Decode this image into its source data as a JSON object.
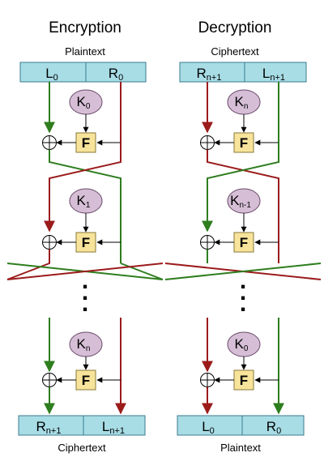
{
  "encryption": {
    "title": "Encryption",
    "input_label": "Plaintext",
    "output_label": "Ciphertext",
    "input_left": {
      "main": "L",
      "sub": "0"
    },
    "input_right": {
      "main": "R",
      "sub": "0"
    },
    "output_left": {
      "main": "R",
      "sub": "n+1"
    },
    "output_right": {
      "main": "L",
      "sub": "n+1"
    },
    "keys": [
      {
        "main": "K",
        "sub": "0"
      },
      {
        "main": "K",
        "sub": "1"
      },
      {
        "main": "K",
        "sub": "n"
      }
    ],
    "function_label": "F",
    "dots": "."
  },
  "decryption": {
    "title": "Decryption",
    "input_label": "Ciphertext",
    "output_label": "Plaintext",
    "input_left": {
      "main": "R",
      "sub": "n+1"
    },
    "input_right": {
      "main": "L",
      "sub": "n+1"
    },
    "output_left": {
      "main": "L",
      "sub": "0"
    },
    "output_right": {
      "main": "R",
      "sub": "0"
    },
    "keys": [
      {
        "main": "K",
        "sub": "n"
      },
      {
        "main": "K",
        "sub": "n-1"
      },
      {
        "main": "K",
        "sub": "0"
      }
    ],
    "function_label": "F",
    "dots": "."
  },
  "colors": {
    "green": "#2e7d1e",
    "red": "#9b1b1b",
    "box_fill": "#a8dde6",
    "box_stroke": "#3b7a8c",
    "key_fill": "#d6bfd6",
    "key_stroke": "#6a4a6a",
    "f_fill": "#f7e39a",
    "f_stroke": "#8a7a3a",
    "black": "#000000"
  }
}
